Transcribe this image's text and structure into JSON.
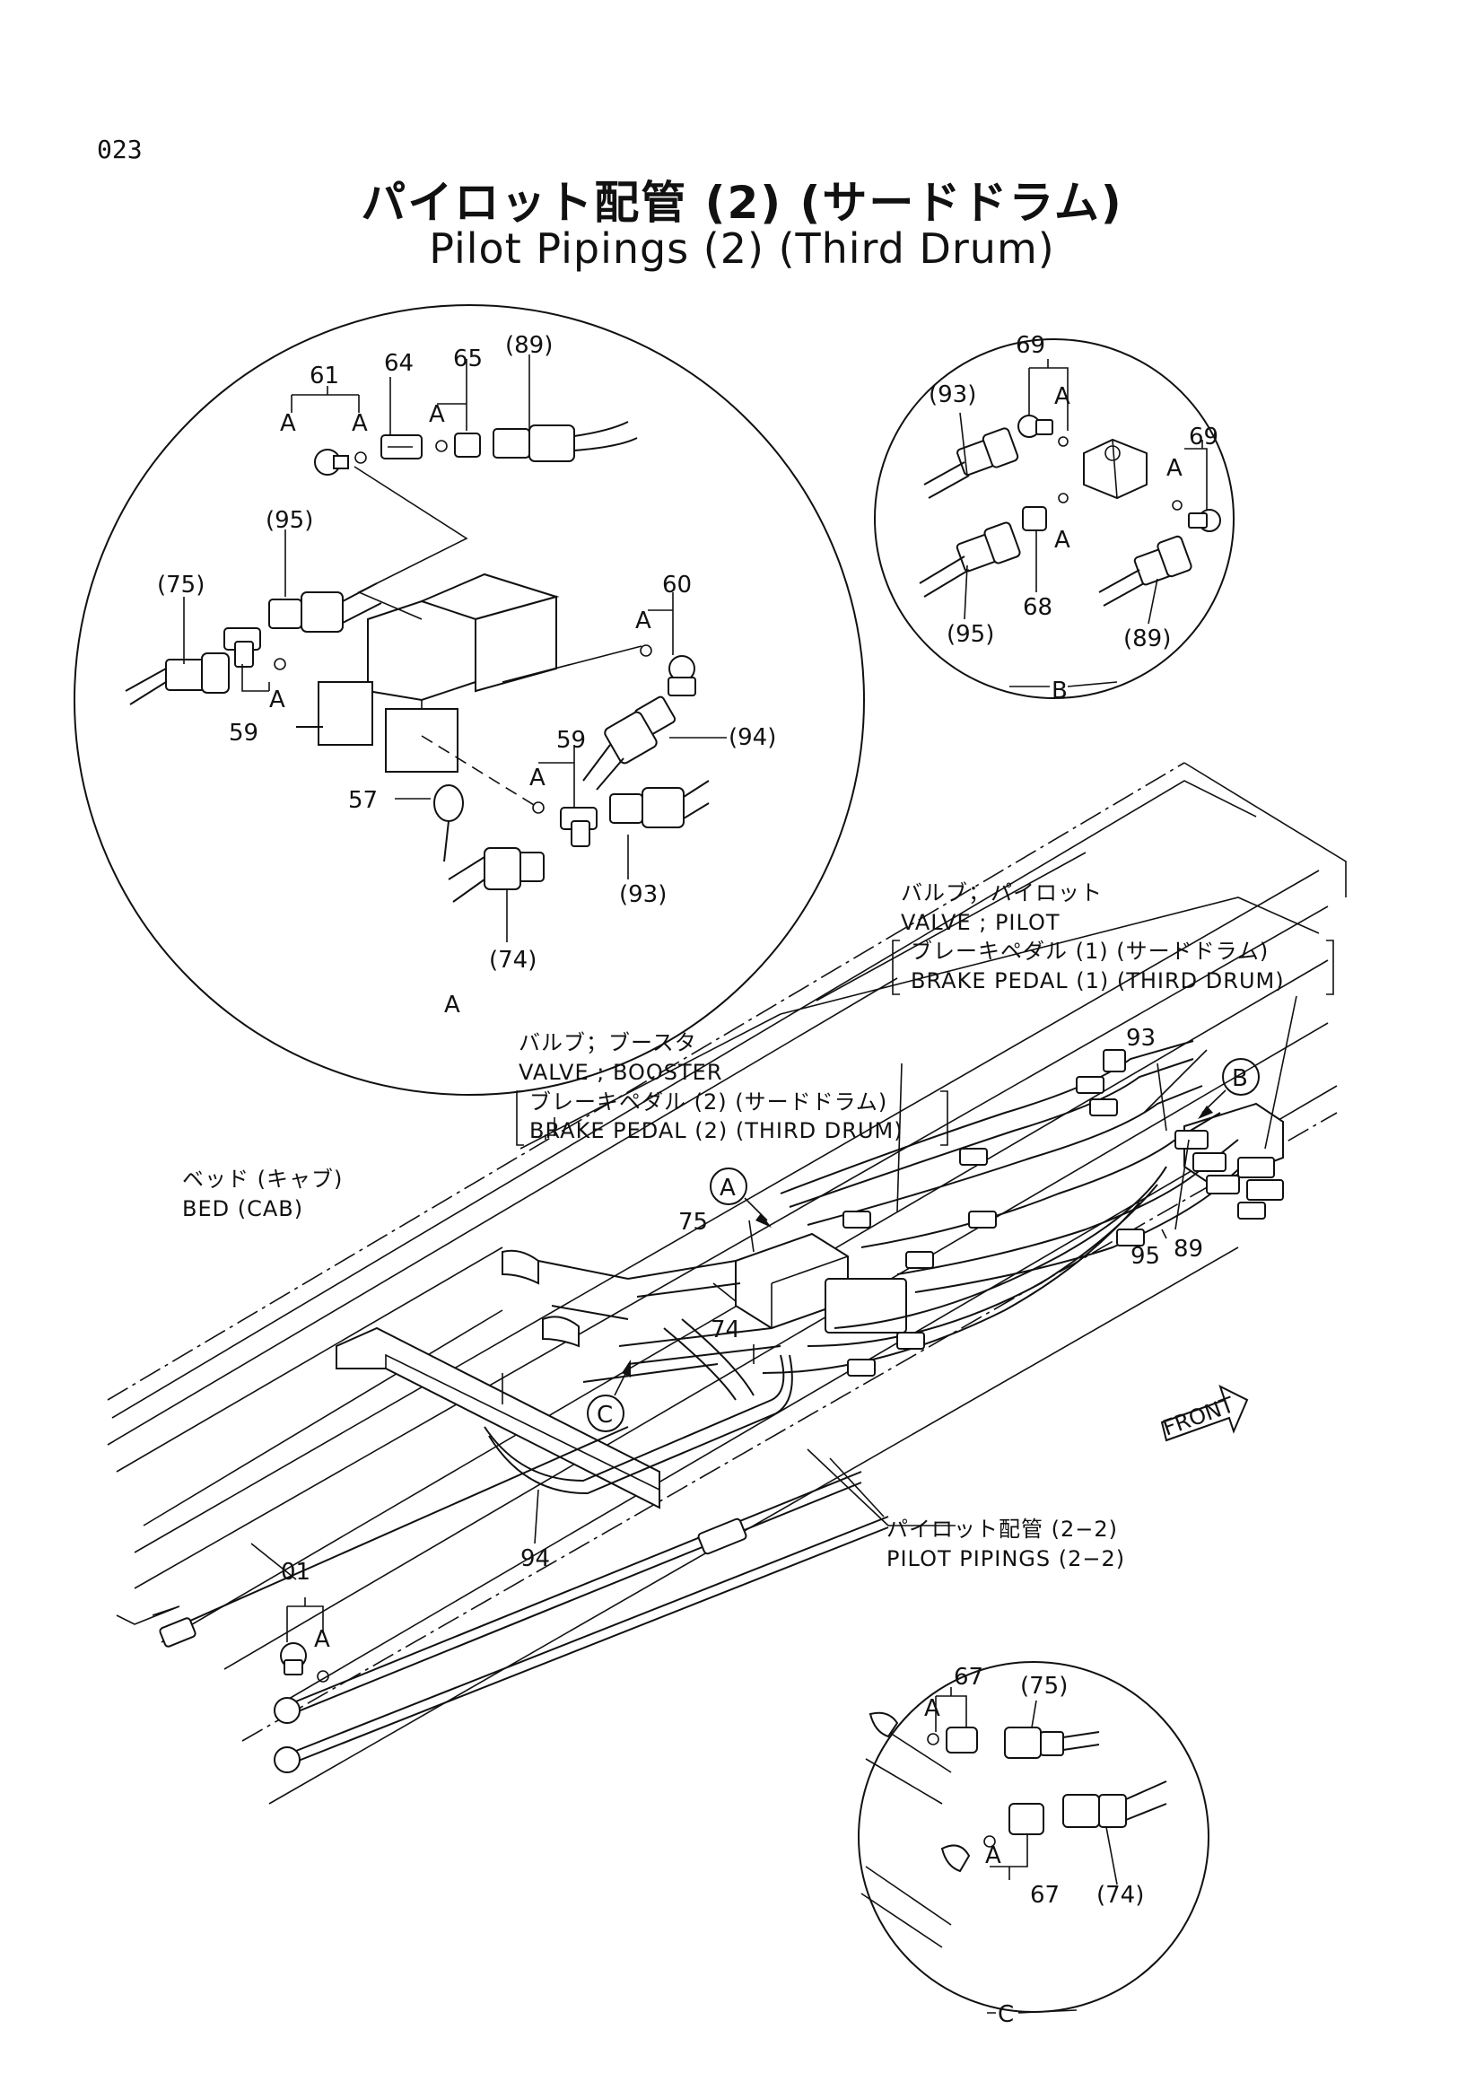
{
  "page_number": "023",
  "title": {
    "jp": "パイロット配管 (2) (サードドラム)",
    "en": "Pilot Pipings (2) (Third Drum)"
  },
  "details": {
    "A": {
      "tag": "A",
      "labels": [
        "61",
        "64",
        "65",
        "(89)",
        "A",
        "A",
        "A",
        "(95)",
        "(75)",
        "60",
        "A",
        "59",
        "A",
        "59",
        "A",
        "57",
        "(94)",
        "(93)",
        "(74)"
      ]
    },
    "B": {
      "tag": "B",
      "labels": [
        "69",
        "A",
        "(93)",
        "69",
        "A",
        "A",
        "68",
        "(95)",
        "(89)"
      ]
    },
    "C": {
      "tag": "C",
      "labels": [
        "67",
        "(75)",
        "A",
        "A",
        "67",
        "(74)"
      ]
    }
  },
  "main": {
    "callouts": {
      "pilot_valve_jp": "バルブ；パイロット",
      "pilot_valve_en": "VALVE ; PILOT",
      "brake1_jp": "ブレーキペダル (1) (サードドラム)",
      "brake1_en": "BRAKE PEDAL (1) (THIRD DRUM)",
      "booster_jp": "バルブ；ブースタ",
      "booster_en": "VALVE ; BOOSTER",
      "brake2_jp": "ブレーキペダル (2) (サードドラム)",
      "brake2_en": "BRAKE PEDAL (2) (THIRD DRUM)",
      "bed_jp": "ベッド (キャブ)",
      "bed_en": "BED (CAB)",
      "pilot_pipings_jp": "パイロット配管 (2−2)",
      "pilot_pipings_en": "PILOT PIPINGS (2−2)",
      "front": "FRONT"
    },
    "part_numbers": [
      "93",
      "95",
      "89",
      "75",
      "74",
      "94",
      "01",
      "A"
    ],
    "detail_markers": [
      "A",
      "B",
      "C"
    ]
  }
}
